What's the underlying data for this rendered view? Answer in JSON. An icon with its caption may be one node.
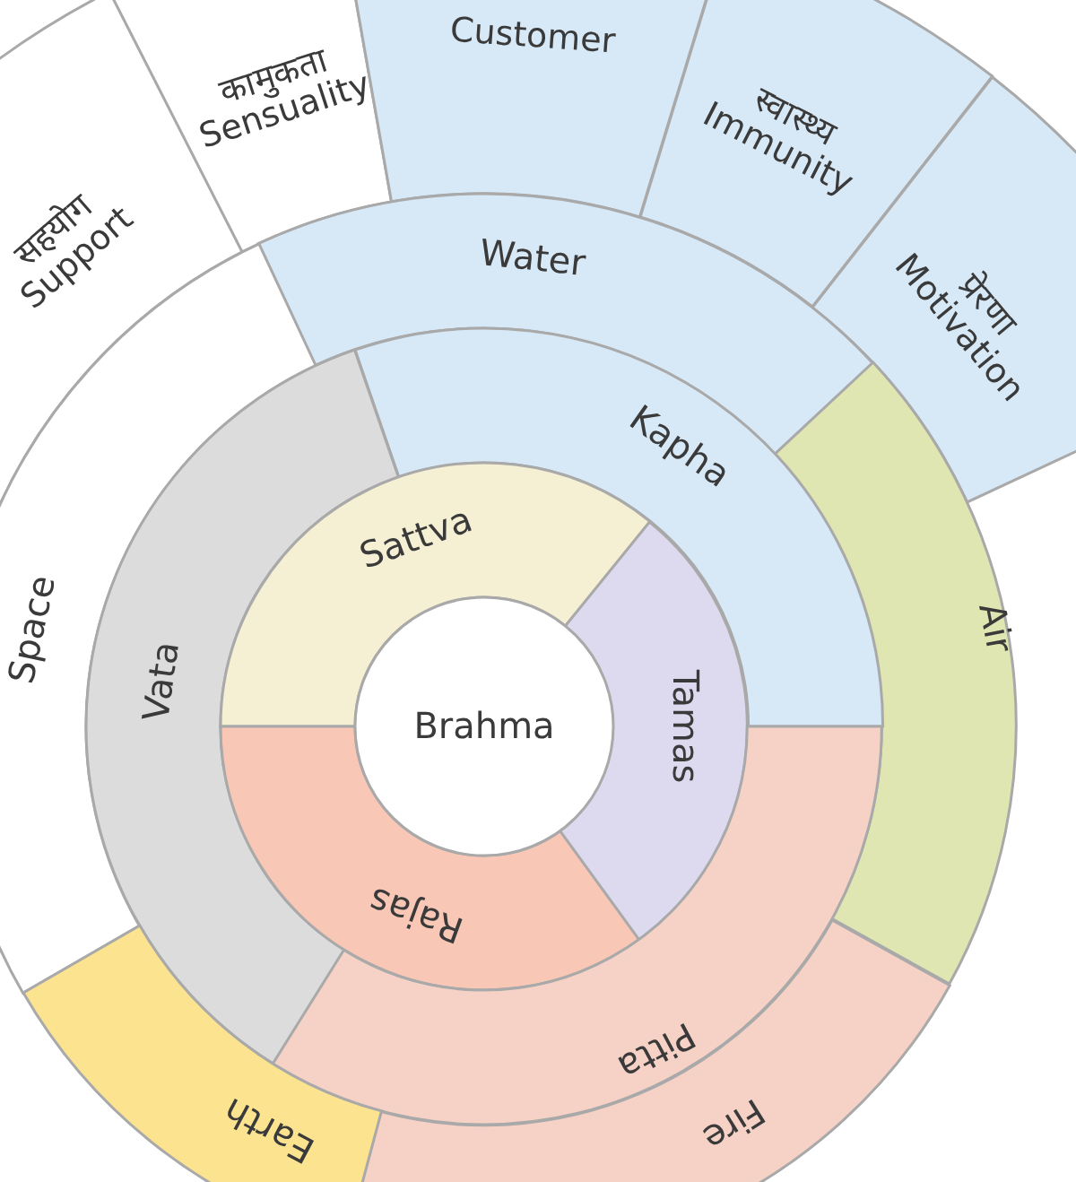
{
  "diagram": {
    "nodes": [
      {
        "text": [
          "सहयोग",
          "Support"
        ]
      },
      {
        "text": [
          "कामुकता",
          "Sensuality"
        ]
      },
      {
        "text": [
          "Customer"
        ]
      },
      {
        "text": [
          "स्वास्थ्य",
          "Immunity"
        ]
      },
      {
        "text": [
          "प्रेरणा",
          "Motivation"
        ]
      },
      {
        "text": [
          "Water"
        ]
      },
      {
        "text": [
          "Space"
        ]
      },
      {
        "text": [
          "Air"
        ]
      },
      {
        "text": [
          "Kapha"
        ]
      },
      {
        "text": [
          "Vata"
        ]
      },
      {
        "text": [
          "Sattva"
        ]
      },
      {
        "text": [
          "Tamas"
        ]
      },
      {
        "text": [
          "Brahma"
        ]
      },
      {
        "text": [
          "Rajas"
        ]
      },
      {
        "text": [
          "Pitta"
        ]
      },
      {
        "text": [
          "Fire"
        ]
      },
      {
        "text": [
          "Earth"
        ]
      }
    ]
  }
}
